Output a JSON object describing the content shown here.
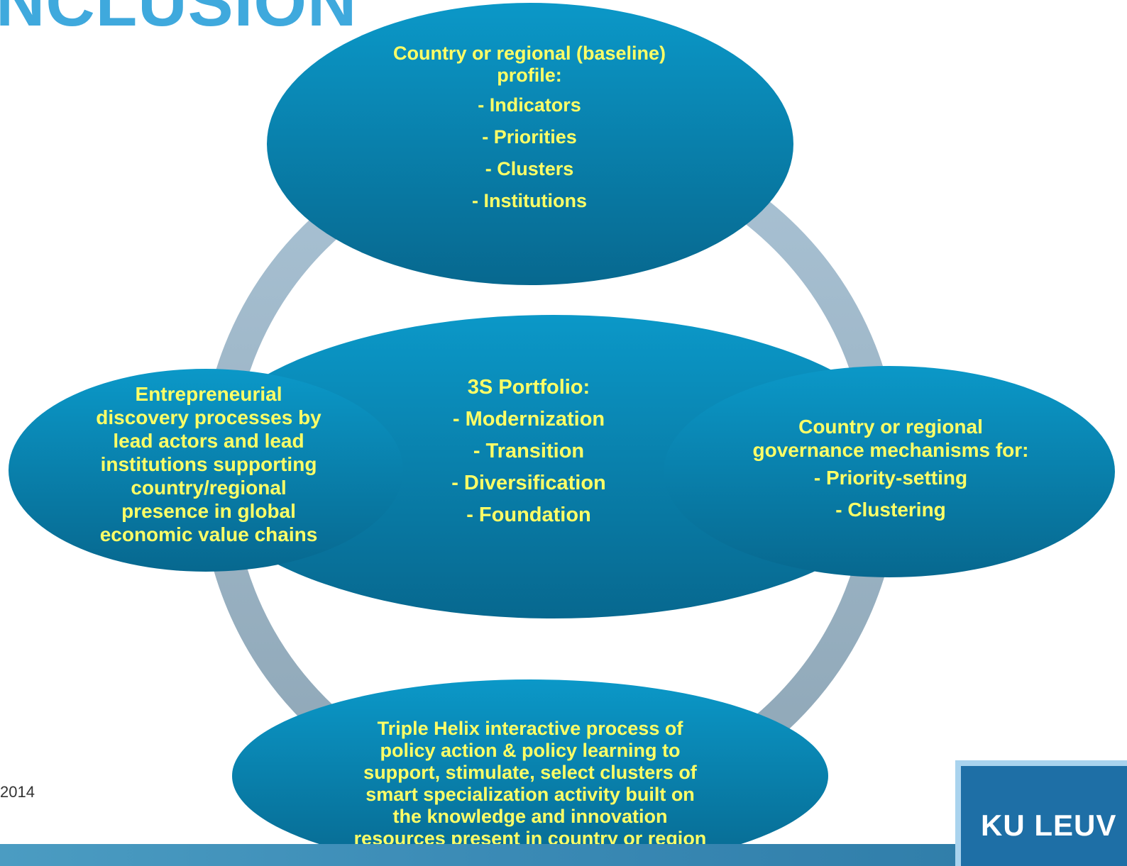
{
  "title": "NCLUSION",
  "footer": {
    "year": "2014",
    "logo": "KU LEUV"
  },
  "colors": {
    "ellipse_fill_top": "#0b98c8",
    "ellipse_fill_bottom": "#07688f",
    "ring": "#9ab2c2",
    "text": "#ffff66",
    "title": "#3fa9dd"
  },
  "nodes": {
    "top": {
      "heading_1": "Country or regional (baseline)",
      "heading_2": "profile:",
      "items": [
        "- Indicators",
        "- Priorities",
        "- Clusters",
        "- Institutions"
      ]
    },
    "center": {
      "heading": "3S Portfolio:",
      "items": [
        "- Modernization",
        "- Transition",
        "- Diversification",
        "- Foundation"
      ]
    },
    "left": {
      "lines": [
        "Entrepreneurial",
        "discovery processes by",
        "lead actors and lead",
        "institutions supporting",
        "country/regional",
        "presence in global",
        "economic value chains"
      ]
    },
    "right": {
      "heading_1": "Country or regional",
      "heading_2": "governance mechanisms for:",
      "items": [
        "- Priority-setting",
        "- Clustering"
      ]
    },
    "bottom": {
      "lines": [
        "Triple Helix interactive process of",
        "policy action & policy learning to",
        "support, stimulate, select  clusters of",
        "smart specialization activity built on",
        "the knowledge and innovation",
        "resources present in country or region"
      ]
    }
  }
}
